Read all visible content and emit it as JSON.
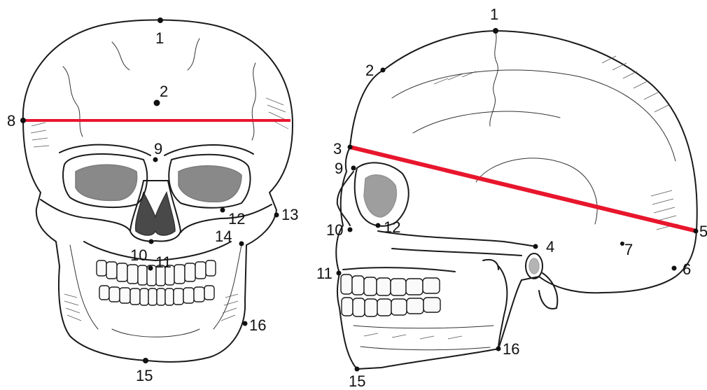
{
  "front_view": {
    "landmarks": [
      "1",
      "2",
      "8",
      "9",
      "10",
      "11",
      "12",
      "13",
      "14",
      "15",
      "16"
    ]
  },
  "lateral_view": {
    "landmarks": [
      "1",
      "2",
      "3",
      "4",
      "5",
      "6",
      "7",
      "9",
      "10",
      "11",
      "12",
      "15",
      "16"
    ]
  },
  "colors": {
    "measure_line": "#e8162d",
    "ink": "#1a1a1a",
    "background": "#ffffff"
  }
}
